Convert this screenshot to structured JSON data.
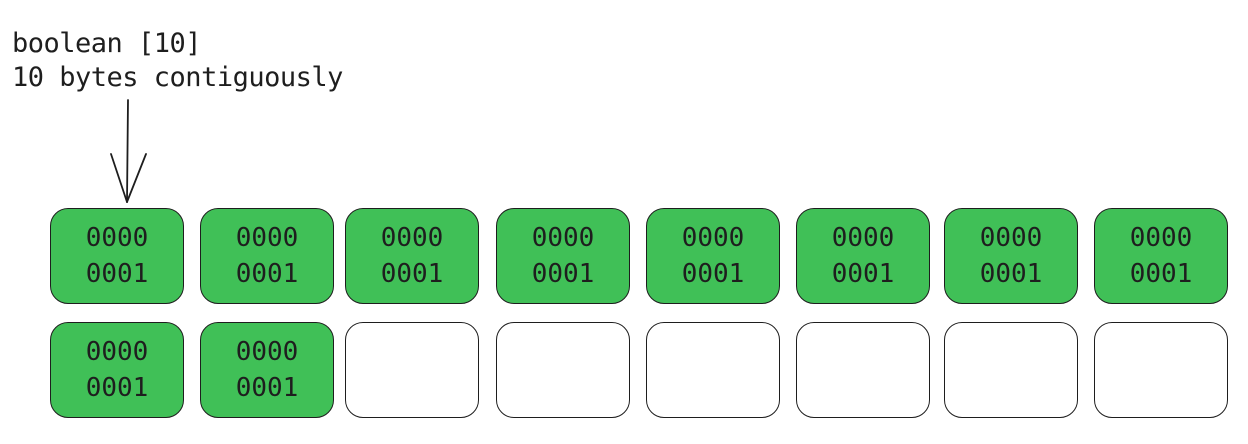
{
  "annotation": {
    "line1": "boolean [10]",
    "line2": "10 bytes contiguously"
  },
  "grid": {
    "rows": 2,
    "columns": 8,
    "filled_count": 10,
    "filled_color": "#40c057",
    "empty_color": "#ffffff",
    "cells": [
      {
        "line1": "0000",
        "line2": "0001",
        "filled": true
      },
      {
        "line1": "0000",
        "line2": "0001",
        "filled": true
      },
      {
        "line1": "0000",
        "line2": "0001",
        "filled": true
      },
      {
        "line1": "0000",
        "line2": "0001",
        "filled": true
      },
      {
        "line1": "0000",
        "line2": "0001",
        "filled": true
      },
      {
        "line1": "0000",
        "line2": "0001",
        "filled": true
      },
      {
        "line1": "0000",
        "line2": "0001",
        "filled": true
      },
      {
        "line1": "0000",
        "line2": "0001",
        "filled": true
      },
      {
        "line1": "0000",
        "line2": "0001",
        "filled": true
      },
      {
        "line1": "0000",
        "line2": "0001",
        "filled": true
      },
      {
        "line1": "",
        "line2": "",
        "filled": false
      },
      {
        "line1": "",
        "line2": "",
        "filled": false
      },
      {
        "line1": "",
        "line2": "",
        "filled": false
      },
      {
        "line1": "",
        "line2": "",
        "filled": false
      },
      {
        "line1": "",
        "line2": "",
        "filled": false
      },
      {
        "line1": "",
        "line2": "",
        "filled": false
      }
    ]
  }
}
